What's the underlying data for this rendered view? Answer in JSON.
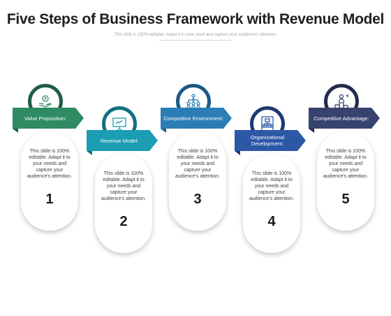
{
  "title": "Five Steps of Business Framework with Revenue Model",
  "subtitle": "This slide is 100% editable. Adapt it to your need and capture your audience's attention.",
  "steps": [
    {
      "label": "Value Proposition:",
      "text": "This slide is 100% editable. Adapt it to your needs and capture your audience's attention.",
      "number": "1",
      "color": "#2e8b63",
      "dark": "#1e5e42",
      "icon": "hand-money-icon"
    },
    {
      "label": "Revenue Model:",
      "text": "This slide is 100% editable. Adapt it to your needs and capture your audience's attention.",
      "number": "2",
      "color": "#1b9db2",
      "dark": "#117080",
      "icon": "presentation-board-icon"
    },
    {
      "label": "Competitive Environment:",
      "text": "This slide is 100% editable. Adapt it to your needs and capture your audience's attention.",
      "number": "3",
      "color": "#2b7db7",
      "dark": "#1b5985",
      "icon": "team-hierarchy-icon"
    },
    {
      "label": "Organizational Development:",
      "text": "This slide is 100% editable. Adapt it to your needs and capture your audience's attention.",
      "number": "4",
      "color": "#2c58a6",
      "dark": "#1c3a72",
      "icon": "organization-chart-icon"
    },
    {
      "label": "Competitive Advantage:",
      "text": "This slide is 100% editable. Adapt it to your needs and capture your audience's attention.",
      "number": "5",
      "color": "#35436e",
      "dark": "#222c4a",
      "icon": "podium-leader-icon"
    }
  ]
}
